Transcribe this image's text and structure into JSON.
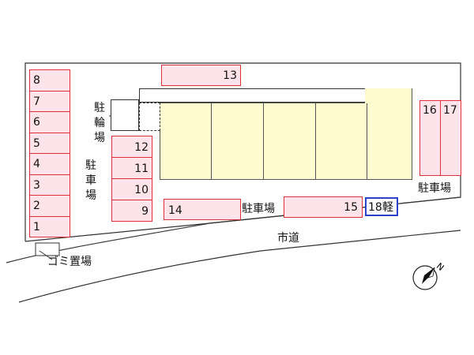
{
  "colors": {
    "spot_fill": "#fde3ea",
    "spot_border": "#e0303a",
    "light_spot_border": "#2b43c9",
    "building_fill": "#fffbd0",
    "outline": "#333333"
  },
  "left_spots": [
    "8",
    "7",
    "6",
    "5",
    "4",
    "3",
    "2",
    "1"
  ],
  "mid_spots": [
    "12",
    "11",
    "10",
    "9"
  ],
  "top_spot": "13",
  "right_spots": [
    "16",
    "17"
  ],
  "bottom_spots": {
    "a": "14",
    "b": "15",
    "light": "18軽"
  },
  "labels": {
    "bicycle_parking": "駐輪場",
    "parking_mid": "駐車場",
    "parking_bottom": "駐車場",
    "parking_right": "駐車場",
    "garbage": "ゴミ置場",
    "city_road": "市道"
  },
  "icons": {
    "compass": "north-compass-icon"
  }
}
